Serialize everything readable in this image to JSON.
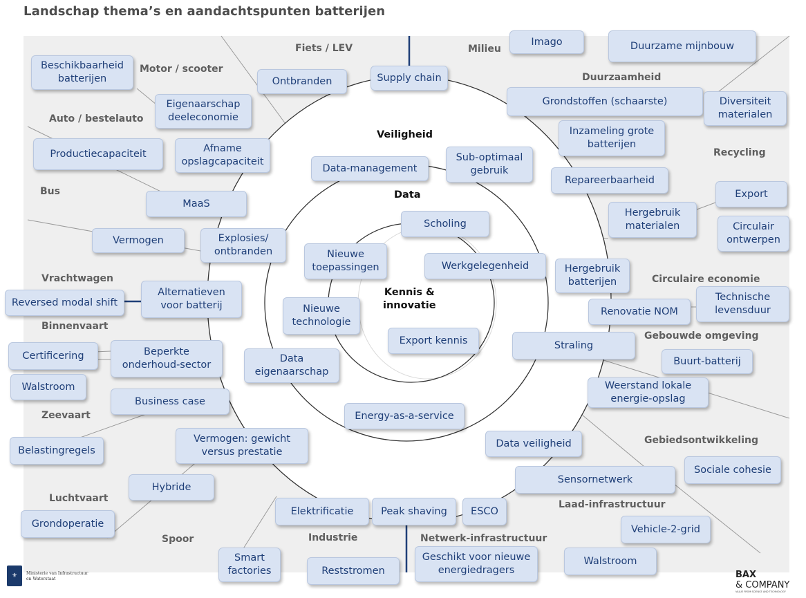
{
  "title": "Landschap thema’s en aandachtspunten batterijen",
  "colors": {
    "box_fill": "#d9e3f3",
    "box_text": "#1f3f78",
    "sector_label": "#5f5f5f",
    "divider": "#1f3f78"
  },
  "rings": {
    "outer": "Veiligheid",
    "middle": "Data",
    "inner_line1": "Kennis &",
    "inner_line2": "innovatie"
  },
  "sectors": [
    "Fiets / LEV",
    "Milieu",
    "Motor / scooter",
    "Duurzaamheid",
    "Auto / bestelauto",
    "Recycling",
    "Bus",
    "Circulaire economie",
    "Vrachtwagen",
    "Binnenvaart",
    "Gebouwde omgeving",
    "Zeevaart",
    "Gebiedsontwikkeling",
    "Luchtvaart",
    "Laad-infrastructuur",
    "Spoor",
    "Industrie",
    "Netwerk-infrastructuur"
  ],
  "boxes": [
    [
      "Beschikbaarheid",
      "batterijen"
    ],
    [
      "Ontbranden"
    ],
    [
      "Supply chain"
    ],
    [
      "Imago"
    ],
    [
      "Duurzame mijnbouw"
    ],
    [
      "Eigenaarschap",
      "deeleconomie"
    ],
    [
      "Grondstoffen (schaarste)"
    ],
    [
      "Diversiteit",
      "materialen"
    ],
    [
      "Productiecapaciteit"
    ],
    [
      "Afname",
      "opslagcapaciteit"
    ],
    [
      "Veiligheid"
    ],
    [
      "Inzameling grote",
      "batterijen"
    ],
    [
      "Data-management"
    ],
    [
      "Sub-optimaal",
      "gebruik"
    ],
    [
      "Repareerbaarheid"
    ],
    [
      "MaaS"
    ],
    [
      "Export"
    ],
    [
      "Hergebruik",
      "materialen"
    ],
    [
      "Scholing"
    ],
    [
      "Circulair",
      "ontwerpen"
    ],
    [
      "Vermogen"
    ],
    [
      "Explosies/",
      "ontbranden"
    ],
    [
      "Nieuwe",
      "toepassingen"
    ],
    [
      "Werkgelegenheid"
    ],
    [
      "Hergebruik",
      "batterijen"
    ],
    [
      "Alternatieven",
      "voor batterij"
    ],
    [
      "Reversed modal shift"
    ],
    [
      "Technische",
      "levensduur"
    ],
    [
      "Nieuwe",
      "technologie"
    ],
    [
      "Renovatie NOM"
    ],
    [
      "Export kennis"
    ],
    [
      "Straling"
    ],
    [
      "Certificering"
    ],
    [
      "Beperkte",
      "onderhoud-sector"
    ],
    [
      "Data",
      "eigenaarschap"
    ],
    [
      "Buurt-batterij"
    ],
    [
      "Walstroom"
    ],
    [
      "Weerstand lokale",
      "energie-opslag"
    ],
    [
      "Business case"
    ],
    [
      "Energy-as-a-service"
    ],
    [
      "Belastingregels"
    ],
    [
      "Vermogen: gewicht",
      "versus prestatie"
    ],
    [
      "Data veiligheid"
    ],
    [
      "Sociale cohesie"
    ],
    [
      "Hybride"
    ],
    [
      "Sensornetwerk"
    ],
    [
      "Grondoperatie"
    ],
    [
      "Elektrificatie"
    ],
    [
      "Peak shaving"
    ],
    [
      "ESCO"
    ],
    [
      "Vehicle-2-grid"
    ],
    [
      "Smart",
      "factories"
    ],
    [
      "Reststromen"
    ],
    [
      "Geschikt voor nieuwe",
      "energiedragers"
    ],
    [
      "Walstroom"
    ]
  ],
  "logo_left": {
    "line1": "Ministerie van Infrastructuur",
    "line2": "en Waterstaat",
    "crest": "⚜"
  },
  "logo_right": {
    "line1": "BAX",
    "line2": "& COMPANY",
    "line3": "VALUE FROM SCIENCE AND TECHNOLOGY"
  }
}
